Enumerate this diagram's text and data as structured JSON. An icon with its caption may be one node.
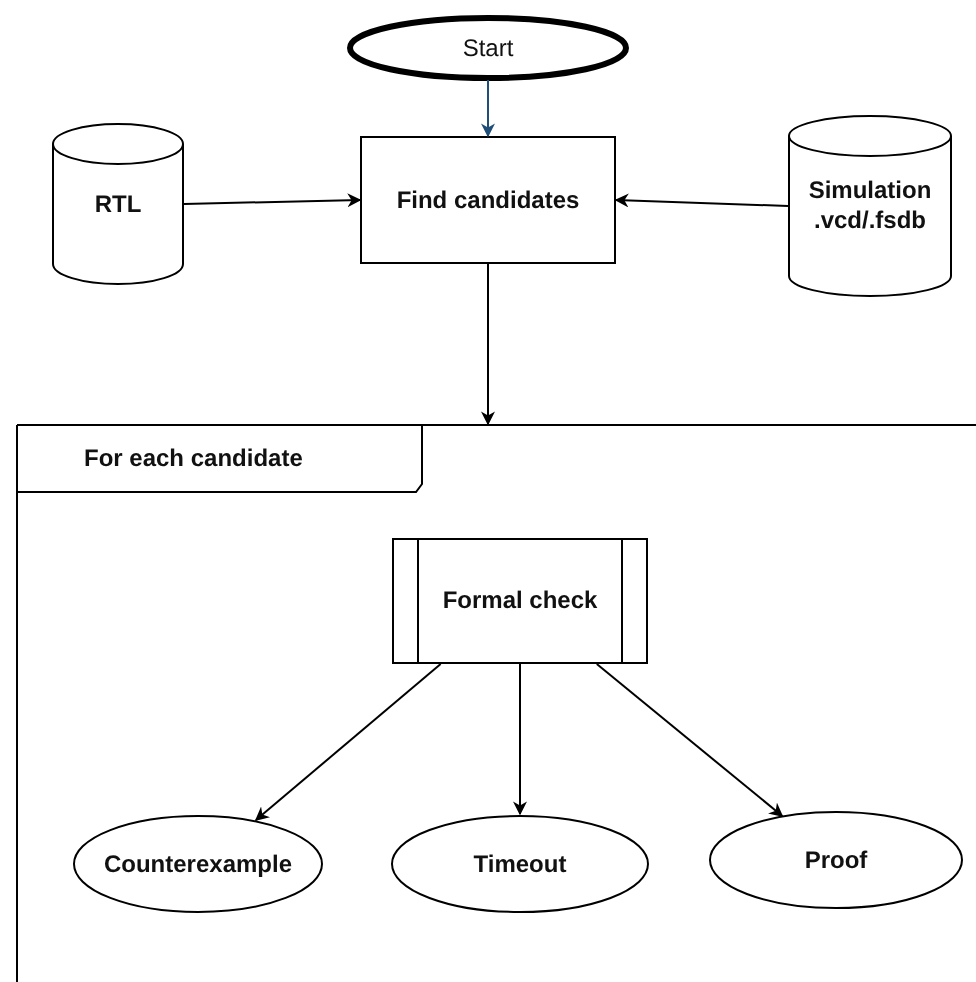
{
  "diagram": {
    "nodes": [
      {
        "text": [
          "Start"
        ]
      },
      {
        "text": [
          "RTL"
        ]
      },
      {
        "text": [
          "Find candidates"
        ]
      },
      {
        "text": [
          "Simulation .vcd/.fsdb"
        ]
      },
      {
        "text": [
          "For each candidate"
        ]
      },
      {
        "text": [
          "Formal check"
        ],
        "in": 4
      },
      {
        "text": [
          "Counterexample"
        ],
        "in": 4
      },
      {
        "text": [
          "Timeout"
        ],
        "in": 4
      },
      {
        "text": [
          "Proof"
        ],
        "in": 4
      }
    ],
    "edges": [
      {
        "from": 0,
        "to": 2,
        "arrow": "to",
        "color": "#1f4e79"
      },
      {
        "from": 1,
        "to": 2,
        "arrow": "to"
      },
      {
        "from": 3,
        "to": 2,
        "arrow": "to"
      },
      {
        "from": 2,
        "to": 4,
        "arrow": "to"
      },
      {
        "from": 5,
        "to": 6,
        "arrow": "to"
      },
      {
        "from": 5,
        "to": 7,
        "arrow": "to"
      },
      {
        "from": 5,
        "to": 8,
        "arrow": "to"
      }
    ]
  }
}
